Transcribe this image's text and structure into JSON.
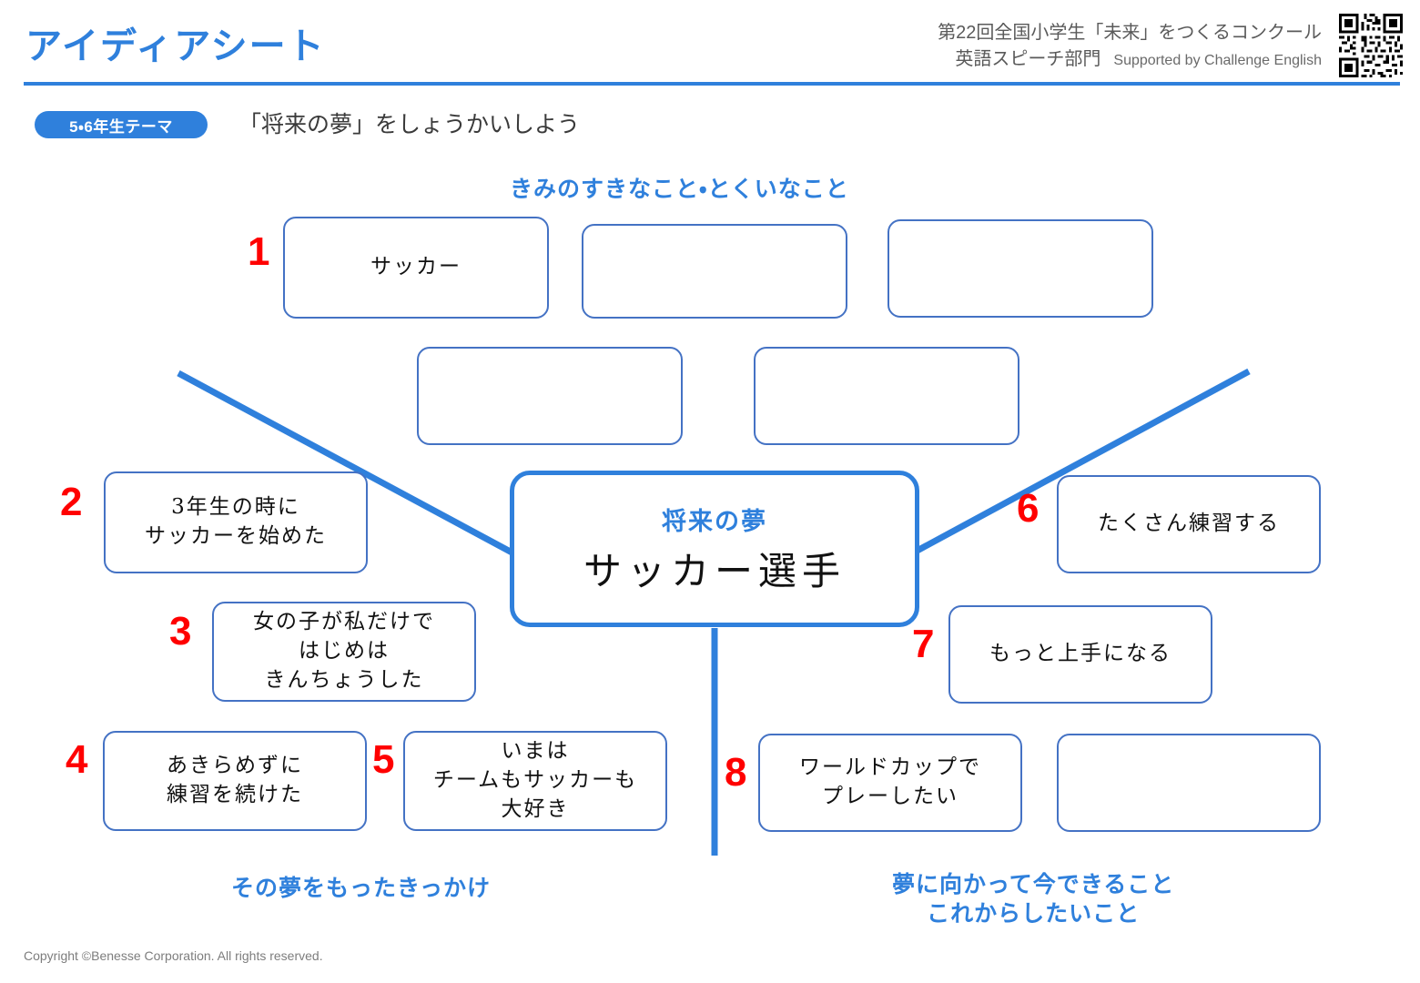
{
  "header": {
    "title": "アイディアシート",
    "contest_name": "第22回全国小学生「未来」をつくるコンクール",
    "contest_division": "英語スピーチ部門",
    "supported_by": "Supported by Challenge English",
    "qr_icon": "qr-code-icon",
    "rule_color": "#2F80DC"
  },
  "theme": {
    "badge": "5・6年生テーマ",
    "text": "「将来の夢」をしょうかいしよう"
  },
  "headings": {
    "top": "きみのすきなこと・とくいなこと",
    "bottom_left": "その夢をもったきっかけ",
    "bottom_right_line1": "夢に向かって今できること",
    "bottom_right_line2": "これからしたいこと"
  },
  "center": {
    "label": "将来の夢",
    "value": "サッカー選手"
  },
  "boxes": {
    "top_row": [
      {
        "number": "1",
        "text": "サッカー"
      },
      {
        "number": "",
        "text": ""
      },
      {
        "number": "",
        "text": ""
      }
    ],
    "second_row": [
      {
        "number": "",
        "text": ""
      },
      {
        "number": "",
        "text": ""
      }
    ],
    "left_side": [
      {
        "number": "2",
        "text": "3年生の時に\nサッカーを始めた"
      },
      {
        "number": "3",
        "text": "女の子が私だけで\nはじめは\nきんちょうした"
      },
      {
        "number": "4",
        "text": "あきらめずに\n練習を続けた"
      },
      {
        "number": "5",
        "text": "いまは\nチームもサッカーも\n大好き"
      }
    ],
    "right_side": [
      {
        "number": "6",
        "text": "たくさん練習する"
      },
      {
        "number": "7",
        "text": "もっと上手になる"
      },
      {
        "number": "8",
        "text": "ワールドカップで\nプレーしたい"
      },
      {
        "number": "",
        "text": ""
      }
    ]
  },
  "footer": {
    "copyright": "Copyright ©Benesse Corporation. All rights reserved."
  },
  "colors": {
    "brand_blue": "#2F80DC",
    "box_border": "#4472C4",
    "number_red": "#FF0000",
    "text_gray": "#5a5a5a"
  }
}
